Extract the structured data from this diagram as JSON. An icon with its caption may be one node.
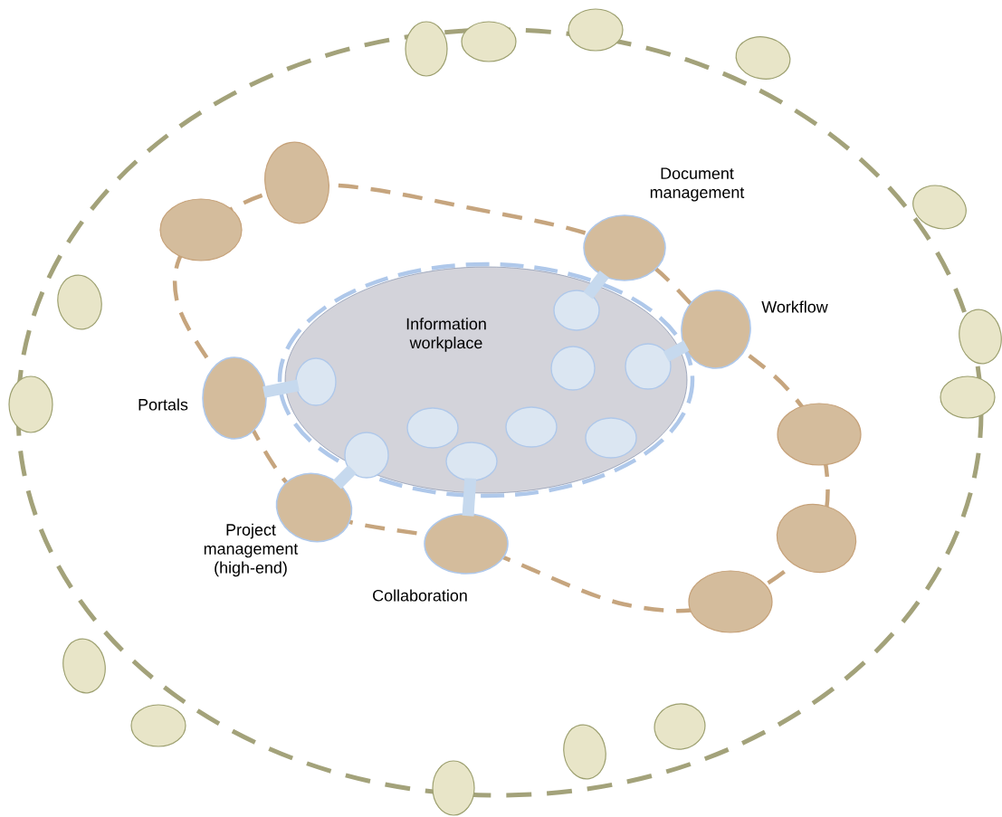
{
  "diagram": {
    "nodes": [
      {
        "text": [],
        "shape": "ellipse"
      },
      {
        "text": [],
        "shape": "ellipse"
      },
      {
        "text": [],
        "shape": "ellipse"
      },
      {
        "text": [],
        "shape": "ellipse"
      },
      {
        "text": [],
        "shape": "ellipse"
      },
      {
        "text": [],
        "shape": "ellipse"
      },
      {
        "text": [],
        "shape": "ellipse"
      },
      {
        "text": [
          "Document management"
        ]
      },
      {
        "text": [
          "Information workplace"
        ]
      },
      {
        "text": [],
        "shape": "ellipse",
        "in": 8
      },
      {
        "text": [],
        "shape": "ellipse"
      },
      {
        "text": [
          "Workflow"
        ]
      },
      {
        "text": [],
        "shape": "ellipse"
      },
      {
        "text": [],
        "shape": "ellipse",
        "in": 8
      },
      {
        "text": [],
        "shape": "ellipse",
        "in": 8
      },
      {
        "text": [],
        "shape": "ellipse",
        "in": 8
      },
      {
        "text": [
          "Portals"
        ]
      },
      {
        "text": [],
        "shape": "ellipse"
      },
      {
        "text": [],
        "shape": "ellipse"
      },
      {
        "text": [],
        "shape": "ellipse",
        "in": 8
      },
      {
        "text": [],
        "shape": "ellipse",
        "in": 8
      },
      {
        "text": [],
        "shape": "ellipse",
        "in": 8
      },
      {
        "text": [],
        "shape": "ellipse"
      },
      {
        "text": [],
        "shape": "ellipse",
        "in": 8
      },
      {
        "text": [],
        "shape": "ellipse",
        "in": 8
      },
      {
        "text": [
          "Project management (high-end)"
        ]
      },
      {
        "text": [],
        "shape": "ellipse"
      },
      {
        "text": [
          "Collaboration"
        ]
      },
      {
        "text": [],
        "shape": "ellipse"
      },
      {
        "text": [],
        "shape": "ellipse"
      },
      {
        "text": [],
        "shape": "ellipse"
      },
      {
        "text": [],
        "shape": "ellipse"
      },
      {
        "text": [],
        "shape": "ellipse"
      },
      {
        "text": [],
        "shape": "ellipse"
      }
    ],
    "edges": [
      {
        "from": 9,
        "to": 7,
        "arrow": "none"
      },
      {
        "from": 14,
        "to": 11,
        "arrow": "none"
      },
      {
        "from": 15,
        "to": 16,
        "arrow": "none"
      },
      {
        "from": 23,
        "to": 25,
        "arrow": "none"
      },
      {
        "from": 24,
        "to": 27,
        "arrow": "none"
      }
    ]
  }
}
